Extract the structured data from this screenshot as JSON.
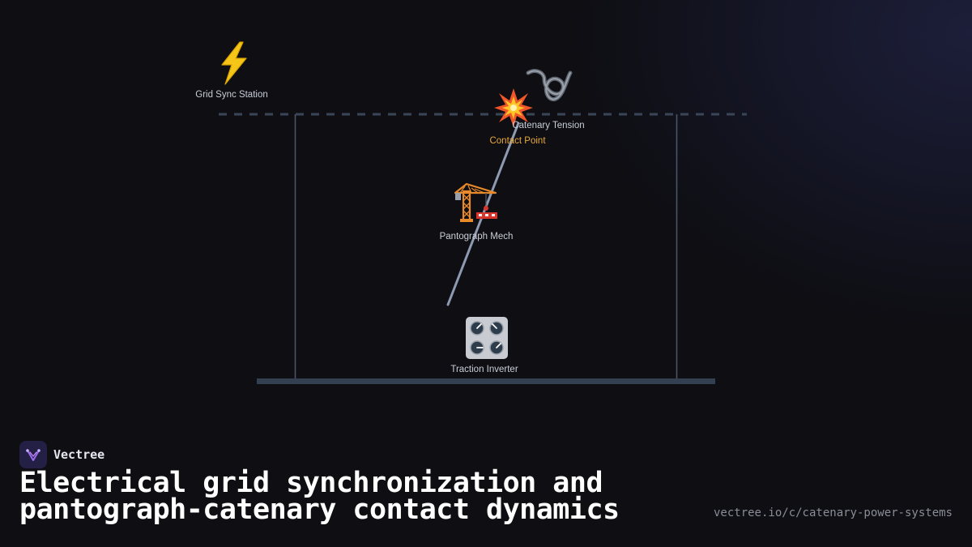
{
  "diagram": {
    "nodes": {
      "grid_sync": {
        "label": "Grid Sync Station",
        "icon": "lightning-bolt-icon"
      },
      "catenary": {
        "label": "Catenary Tension",
        "icon": "curly-loop-icon"
      },
      "contact": {
        "label": "Contact Point",
        "icon": "collision-spark-icon"
      },
      "pantograph": {
        "label": "Pantograph Mech",
        "icon": "construction-crane-icon"
      },
      "inverter": {
        "label": "Traction Inverter",
        "icon": "control-knobs-icon"
      }
    },
    "colors": {
      "accent": "#e8a93b",
      "wire": "#3a4658",
      "pantograph_arm": "#8e9ab2",
      "label": "#c9ced8"
    }
  },
  "brand": {
    "name": "Vectree",
    "logo_icon": "vectree-logo-icon"
  },
  "headline": "Electrical grid synchronization and pantograph-catenary contact dynamics",
  "url": "vectree.io/c/catenary-power-systems"
}
